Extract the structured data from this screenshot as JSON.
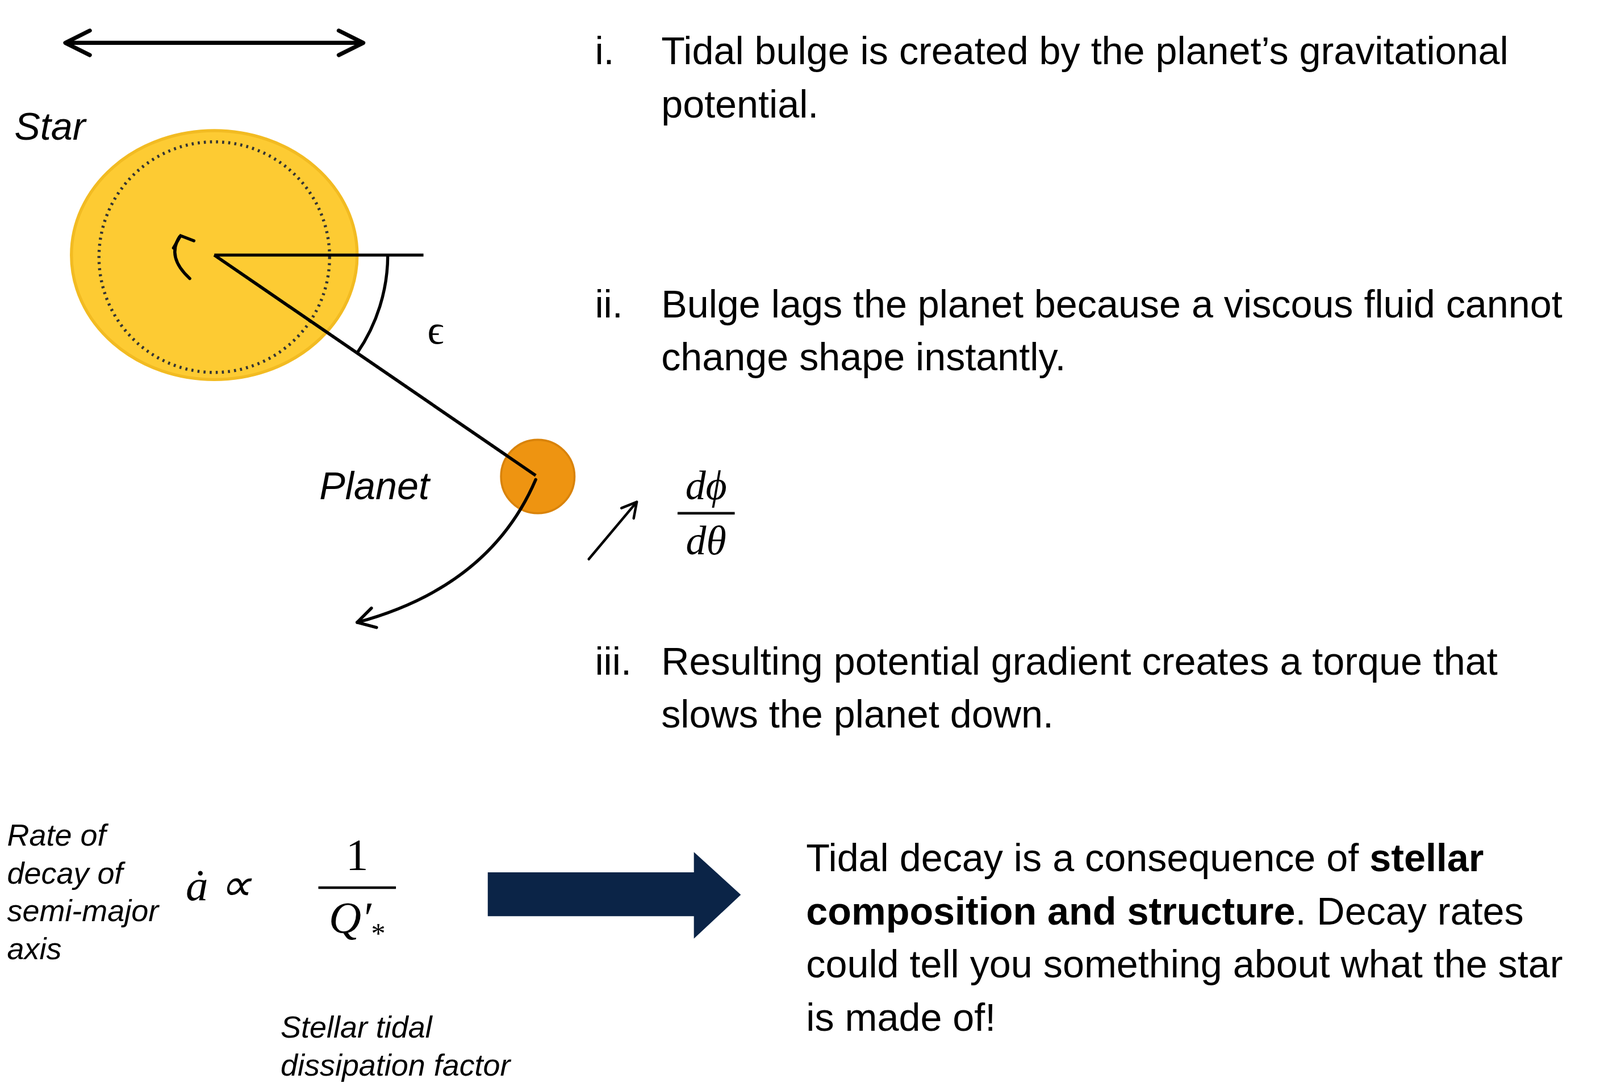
{
  "diagram": {
    "labels": [
      "Star",
      "i.",
      "Tidal bulge is created by the planet’s gravitational potential.",
      "ϵ",
      "ii.",
      "Bulge lags the planet because a viscous fluid cannot change shape instantly.",
      "Planet",
      "dϕ",
      "dθ",
      "iii.",
      "Resulting potential gradient creates a torque that slows the planet down.",
      "Rate of decay of semi-major axis",
      "ȧ ∝",
      "1",
      "Q′",
      "*",
      "Tidal decay is a consequence of",
      "stellar composition and structure",
      ". Decay rates could tell you something about what the star is made of!",
      "Stellar tidal dissipation factor"
    ]
  }
}
